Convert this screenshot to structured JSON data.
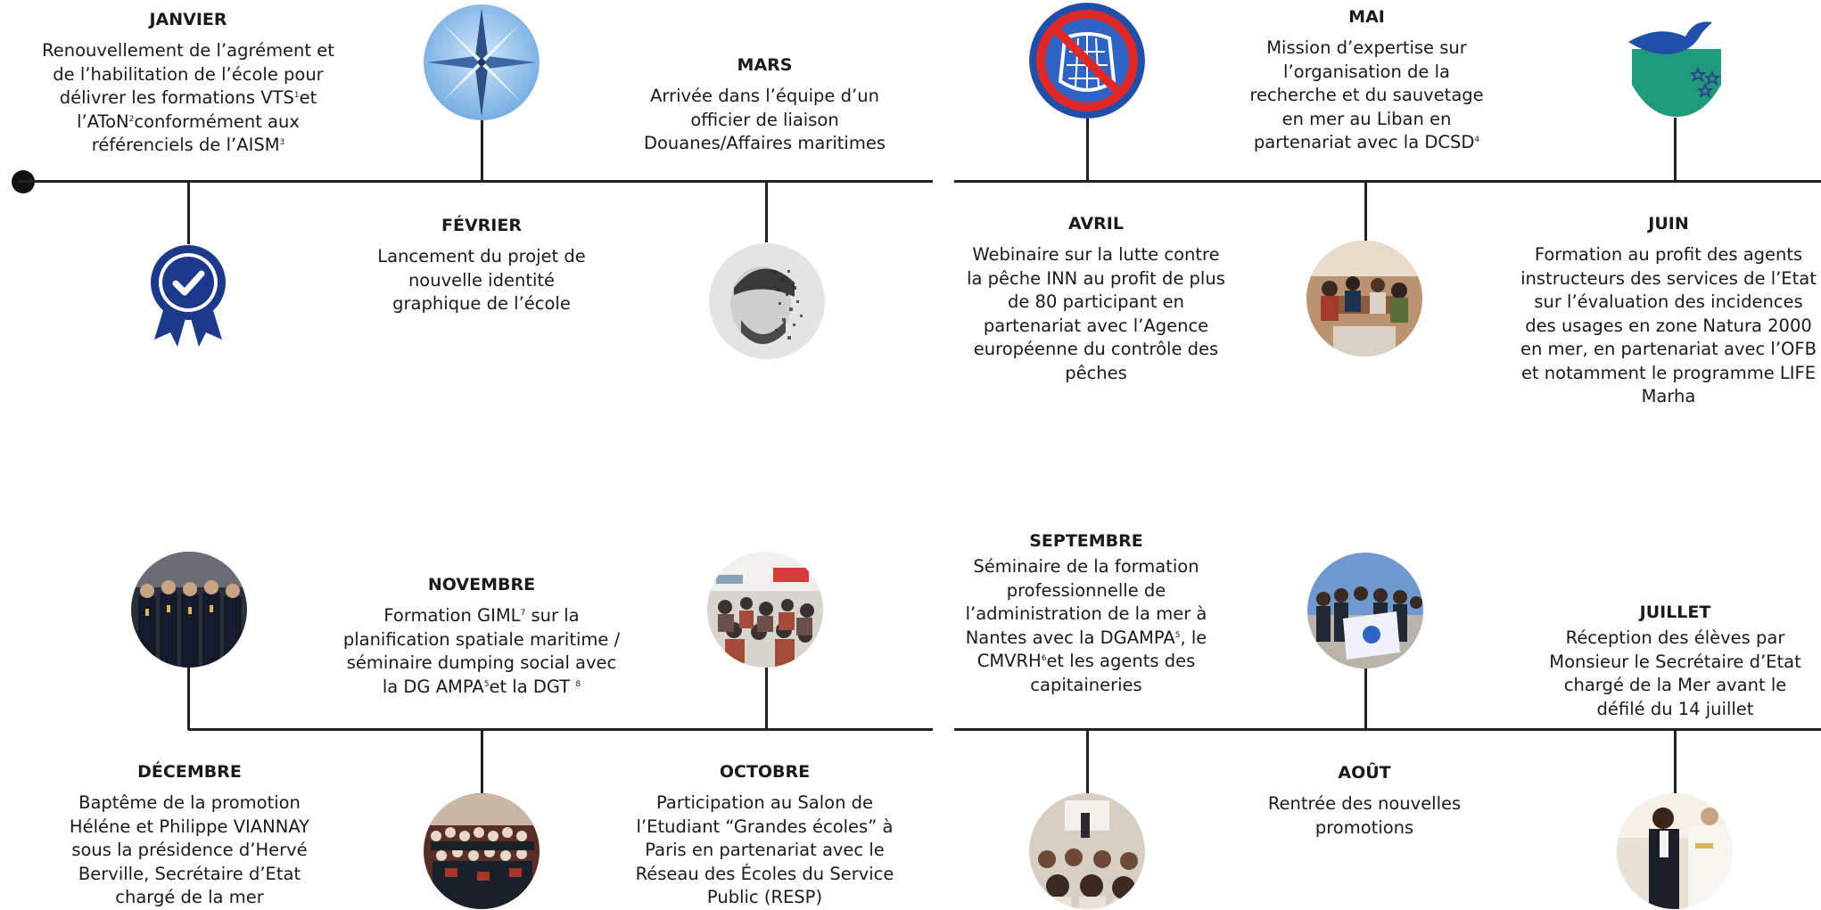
{
  "colors": {
    "line": "#222222",
    "accent_blue": "#1f4fa8",
    "seal_navy": "#1d3a8a",
    "ofb_teal": "#1f9a7a"
  },
  "months": {
    "janvier": {
      "name": "JANVIER",
      "lines": [
        "Renouvellement de l’agrément et",
        "de l’habilitation de l’école pour"
      ],
      "l3a": "délivrer les formations VTS",
      "l3sup": "1",
      "l3b": "et",
      "l4a": "l’AToN",
      "l4sup": "2",
      "l4b": "conformément aux",
      "l5a": "référenciels de l’AISM",
      "l5sup": "3"
    },
    "fevrier": {
      "name": "FÉVRIER",
      "lines": [
        "Lancement du projet de",
        "nouvelle identité",
        "graphique de l’école"
      ]
    },
    "mars": {
      "name": "MARS",
      "lines": [
        "Arrivée dans l’équipe d’un",
        "officier de liaison",
        "Douanes/Affaires maritimes"
      ]
    },
    "avril": {
      "name": "AVRIL",
      "lines": [
        "Webinaire sur la lutte contre",
        "la pêche INN au profit de plus",
        "de 80 participant en",
        "partenariat avec l’Agence",
        "européenne du contrôle des",
        "pêches"
      ]
    },
    "mai": {
      "name": "MAI",
      "lines": [
        "Mission d’expertise sur",
        "l’organisation de la",
        "recherche et du sauvetage",
        "en mer au Liban en"
      ],
      "l5a": "partenariat avec la DCSD",
      "l5sup": "4"
    },
    "juin": {
      "name": "JUIN",
      "lines": [
        "Formation au profit des agents",
        "instructeurs des services de l’Etat",
        "sur l’évaluation des incidences",
        "des usages en zone Natura 2000",
        "en mer, en partenariat avec l’OFB",
        "et notamment le programme LIFE",
        "Marha"
      ]
    },
    "juillet": {
      "name": "JUILLET",
      "lines": [
        "Réception des élèves par",
        "Monsieur le Secrétaire d’Etat",
        "chargé de la Mer avant le",
        "défilé du 14 juillet"
      ]
    },
    "aout": {
      "name": "AOÛT",
      "lines": [
        "Rentrée des nouvelles",
        "promotions"
      ]
    },
    "septembre": {
      "name": "SEPTEMBRE",
      "lines": [
        "Séminaire de la formation",
        "professionnelle de",
        "l’administration de la mer à"
      ],
      "l4a": "Nantes avec la DGAMPA",
      "l4sup": "5",
      "l4b": ", le",
      "l5a": "CMVRH",
      "l5sup": "6",
      "l5b": "et les agents des",
      "l6": "capitaineries"
    },
    "octobre": {
      "name": "OCTOBRE",
      "lines": [
        "Participation au Salon de",
        "l’Etudiant “Grandes écoles” à",
        "Paris en partenariat avec le",
        "Réseau des Écoles du Service",
        "Public (RESP)"
      ]
    },
    "novembre": {
      "name": "NOVEMBRE",
      "l1a": "Formation GIML",
      "l1sup": "7",
      "l1b": " sur la",
      "lines": [
        "planification spatiale maritime /",
        "séminaire dumping social avec"
      ],
      "l4a": "la DG AMPA",
      "l4sup": "5",
      "l4b": "et la DGT ",
      "l4sup2": "8"
    },
    "decembre": {
      "name": "DÉCEMBRE",
      "lines": [
        "Baptême de la promotion",
        "Héléne et Philippe VIANNAY",
        "sous la présidence d’Hervé",
        "Berville, Secrétaire d’Etat",
        "chargé de la mer"
      ]
    }
  }
}
